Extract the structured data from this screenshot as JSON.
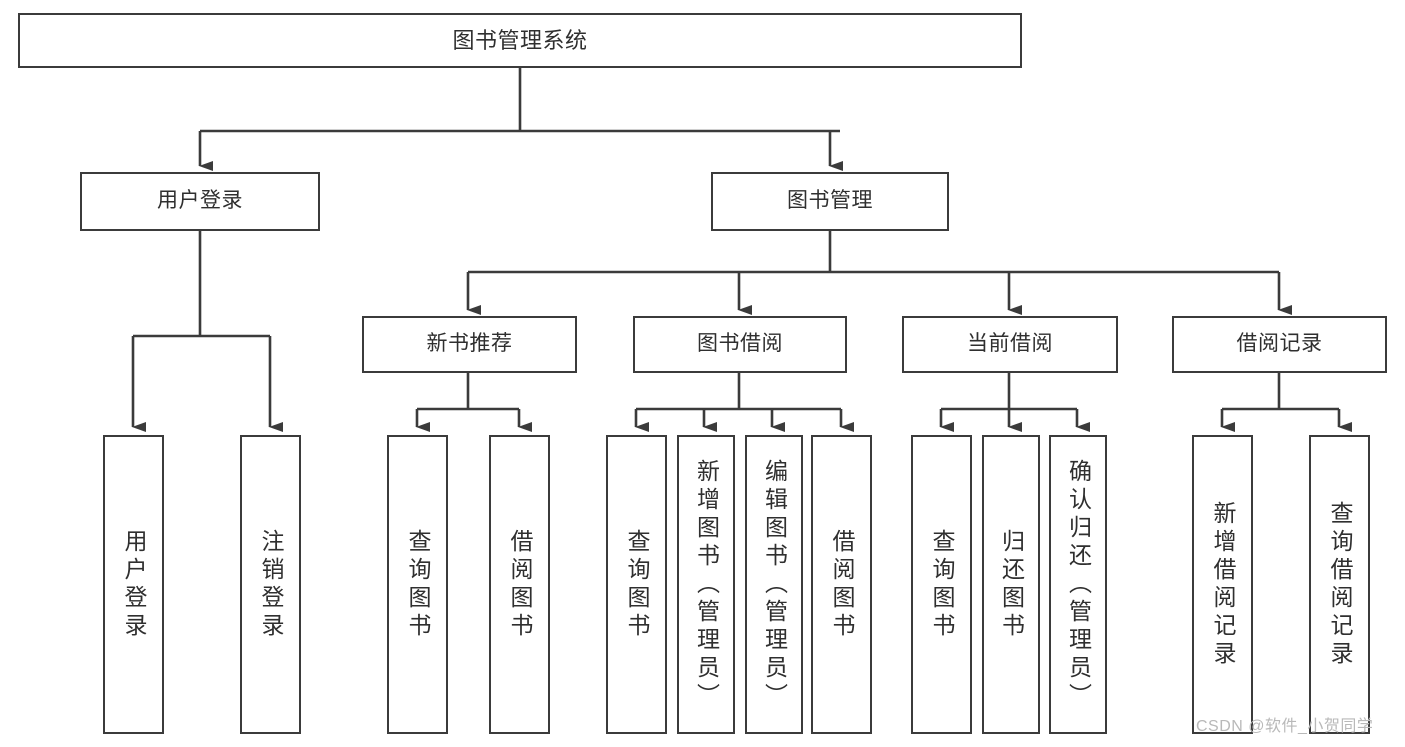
{
  "diagram": {
    "type": "tree",
    "title": "图书管理系统",
    "orientation": "top-down",
    "line_color": "#3b3b3b",
    "box_fill": "#ffffff",
    "text_color": "#2f2f2f",
    "watermark": "CSDN @软件_小贺同学"
  },
  "nodes": {
    "root": {
      "label": "图书管理系统",
      "level": 0
    },
    "l1": [
      {
        "label": "用户登录",
        "level": 1
      },
      {
        "label": "图书管理",
        "level": 1
      }
    ],
    "l2": [
      {
        "label": "新书推荐",
        "level": 2,
        "parent": "图书管理"
      },
      {
        "label": "图书借阅",
        "level": 2,
        "parent": "图书管理"
      },
      {
        "label": "当前借阅",
        "level": 2,
        "parent": "图书管理"
      },
      {
        "label": "借阅记录",
        "level": 2,
        "parent": "图书管理"
      }
    ],
    "leaves": {
      "user_login": [
        {
          "label": "用户登录",
          "parent": "用户登录"
        },
        {
          "label": "注销登录",
          "parent": "用户登录"
        }
      ],
      "new_book": [
        {
          "label": "查询图书",
          "parent": "新书推荐"
        },
        {
          "label": "借阅图书",
          "parent": "新书推荐"
        }
      ],
      "borrow": [
        {
          "label": "查询图书",
          "parent": "图书借阅"
        },
        {
          "label": "新增图书（管理员）",
          "parent": "图书借阅"
        },
        {
          "label": "编辑图书（管理员）",
          "parent": "图书借阅"
        },
        {
          "label": "借阅图书",
          "parent": "图书借阅"
        }
      ],
      "current": [
        {
          "label": "查询图书",
          "parent": "当前借阅"
        },
        {
          "label": "归还图书",
          "parent": "当前借阅"
        },
        {
          "label": "确认归还（管理员）",
          "parent": "当前借阅"
        }
      ],
      "records": [
        {
          "label": "新增借阅记录",
          "parent": "借阅记录"
        },
        {
          "label": "查询借阅记录",
          "parent": "借阅记录"
        }
      ]
    }
  }
}
